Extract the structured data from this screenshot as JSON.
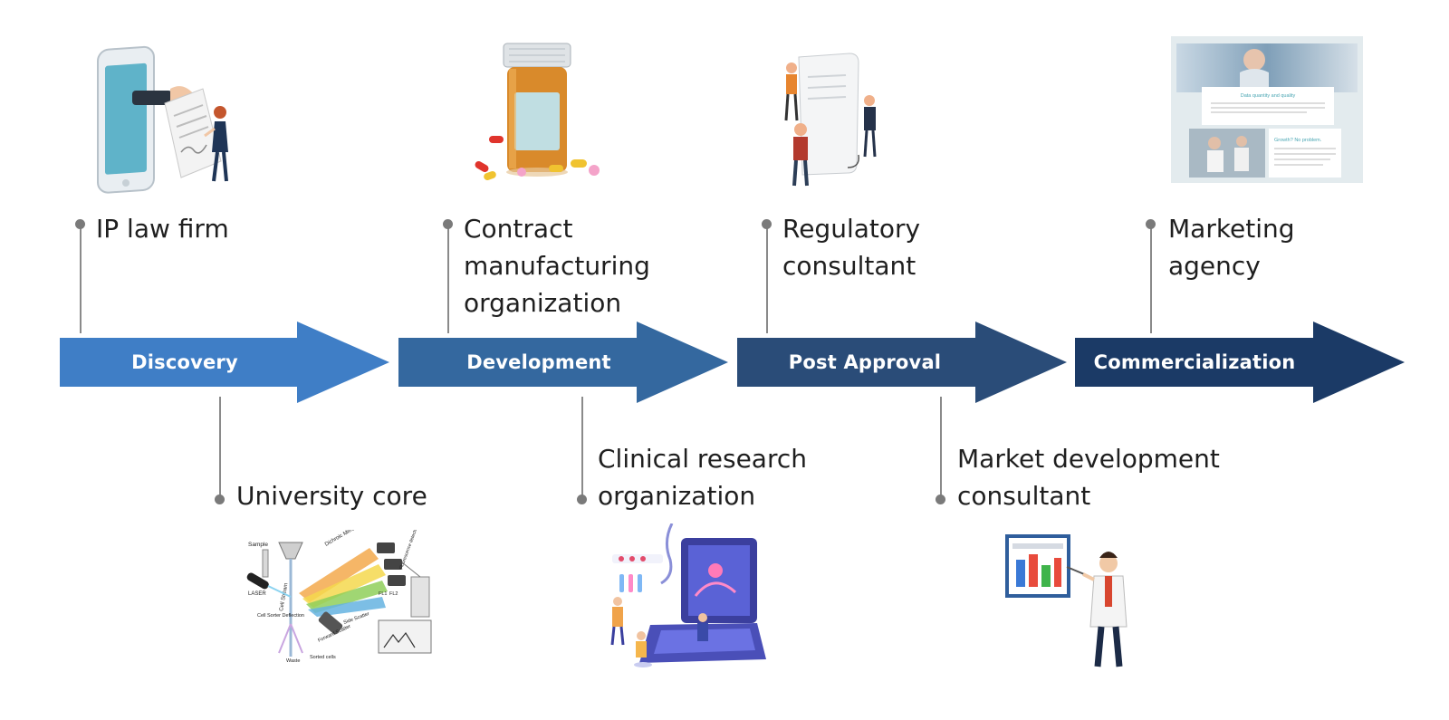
{
  "stages": [
    {
      "label": "Discovery",
      "color": "#3f7ec6"
    },
    {
      "label": "Development",
      "color": "#34689f"
    },
    {
      "label": "Post Approval",
      "color": "#2a4c78"
    },
    {
      "label": "Commercialization",
      "color": "#1b3a66"
    }
  ],
  "providers_top": [
    {
      "label": "IP law firm",
      "icon": "phone-contract-icon"
    },
    {
      "label": "Contract\nmanufacturing\norganization",
      "icon": "pill-bottle-icon"
    },
    {
      "label": "Regulatory\nconsultant",
      "icon": "document-team-icon"
    },
    {
      "label": "Marketing\nagency",
      "icon": "marketing-brochure-icon"
    }
  ],
  "providers_bottom": [
    {
      "label": "University core",
      "icon": "flow-cytometer-icon"
    },
    {
      "label": "Clinical research\norganization",
      "icon": "laptop-lab-icon"
    },
    {
      "label": "Market development\nconsultant",
      "icon": "presenter-chart-icon"
    }
  ],
  "illustration_text": {
    "card_heading_1": "Data quantity and quality",
    "card_heading_2": "Growth? No problem.",
    "cytometer_labels": {
      "sample": "Sample",
      "laser": "LASER",
      "dichroic_mirrors": "Dichroic Mirrors",
      "cell_stream": "Cell Stream",
      "fl1": "FL1",
      "fl2": "FL2",
      "fluorescence_detectors": "Fluorescence detectors",
      "side_scatter": "Side Scatter",
      "forward_scatter": "Forward Scatter",
      "cell_sorter_deflection": "Cell Sorter Deflection",
      "waste": "Waste",
      "sorted_cells": "Sorted cells"
    }
  }
}
